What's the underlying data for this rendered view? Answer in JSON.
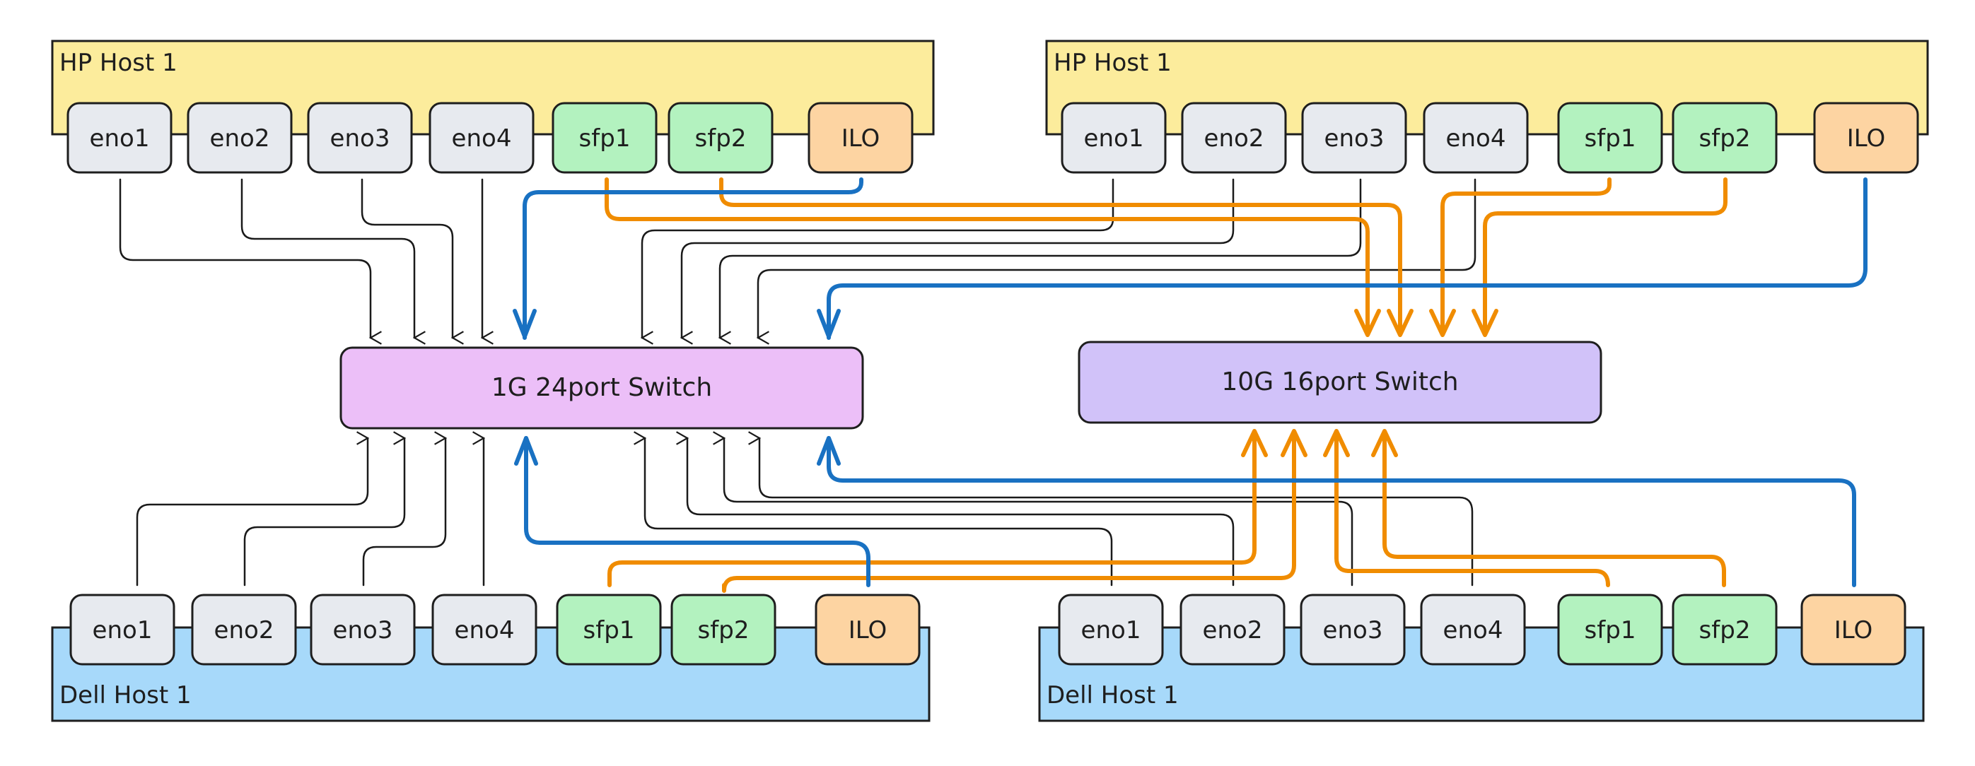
{
  "hosts": [
    {
      "label": "HP Host 1",
      "ports": [
        "eno1",
        "eno2",
        "eno3",
        "eno4",
        "sfp1",
        "sfp2",
        "ILO"
      ]
    },
    {
      "label": "HP Host 1",
      "ports": [
        "eno1",
        "eno2",
        "eno3",
        "eno4",
        "sfp1",
        "sfp2",
        "ILO"
      ]
    },
    {
      "label": "Dell Host 1",
      "ports": [
        "eno1",
        "eno2",
        "eno3",
        "eno4",
        "sfp1",
        "sfp2",
        "ILO"
      ]
    },
    {
      "label": "Dell Host 1",
      "ports": [
        "eno1",
        "eno2",
        "eno3",
        "eno4",
        "sfp1",
        "sfp2",
        "ILO"
      ]
    }
  ],
  "switches": [
    {
      "label": "1G 24port Switch"
    },
    {
      "label": "10G 16port Switch"
    }
  ],
  "colors": {
    "hp_host": "#fcec9c",
    "dell_host": "#a7d9fa",
    "port_eno": "#e7eaef",
    "port_sfp": "#b3f2bf",
    "port_ilo": "#fdd4a2",
    "switch_1g": "#ecbff8",
    "switch_10g": "#d1c2f9",
    "link_1g": "#1a1a1a",
    "link_10g": "#f08c00",
    "link_mgmt": "#1971c2"
  }
}
